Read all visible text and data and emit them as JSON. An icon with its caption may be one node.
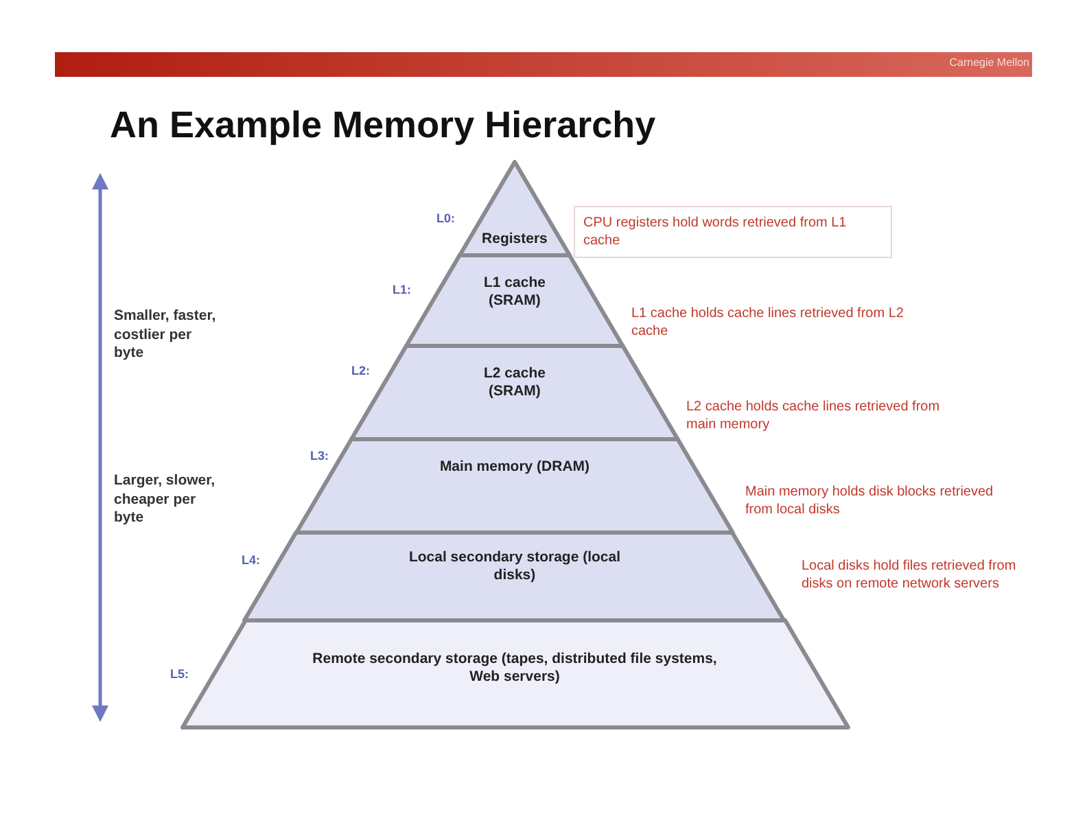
{
  "diagram": {
    "title": "An Example Memory Hierarchy",
    "nodes": [
      {
        "text": [
          "Registers"
        ],
        "beside": [
          "L0:"
        ]
      },
      {
        "text": [
          "L1 cache (SRAM)"
        ],
        "beside": [
          "L1:"
        ]
      },
      {
        "text": [
          "L2 cache (SRAM)"
        ],
        "beside": [
          "L2:"
        ]
      },
      {
        "text": [
          "Main memory (DRAM)"
        ],
        "beside": [
          "L3:"
        ]
      },
      {
        "text": [
          "Local secondary storage (local disks)"
        ],
        "beside": [
          "L4:"
        ]
      },
      {
        "text": [
          "Remote secondary storage (tapes, distributed file systems, Web servers)"
        ],
        "beside": [
          "L5:"
        ]
      },
      {
        "text": [
          "CPU registers hold words retrieved from L1 cache"
        ]
      }
    ],
    "edges": [],
    "labels": [
      "Carnegie Mellon",
      "Smaller, faster, costlier per byte",
      "Larger, slower, cheaper per byte",
      "L1 cache holds cache lines retrieved from L2 cache",
      "L2 cache holds cache lines retrieved from main memory",
      "Main memory holds disk blocks retrieved from local disks",
      "Local disks hold files retrieved from disks on remote network servers"
    ]
  }
}
